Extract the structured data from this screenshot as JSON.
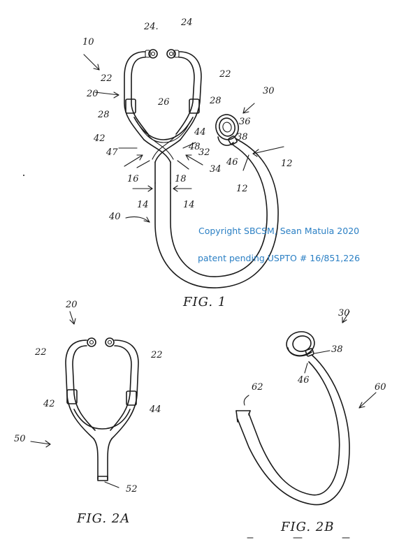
{
  "copyright": {
    "line1": "Copyright SBCSM, Sean Matula 2020",
    "line2": "patent pending USPTO # 16/851,226",
    "color": "#2a7fc4"
  },
  "figures": {
    "fig1": "FIG. 1",
    "fig2a": "FIG. 2A",
    "fig2b": "FIG. 2B"
  },
  "fig1_labels": {
    "n10": "10",
    "n24a": "24.",
    "n24b": "24",
    "n22a": "22",
    "n22b": "22",
    "n20": "20",
    "n28a": "28",
    "n28b": "28",
    "n26": "26",
    "n42": "42",
    "n44": "44",
    "n47": "47",
    "n48": "48",
    "n16": "16",
    "n18": "18",
    "n14a": "14",
    "n14b": "14",
    "n40": "40",
    "n30": "30",
    "n36": "36",
    "n38": "38",
    "n32": "32",
    "n34": "34",
    "n46": "46",
    "n12a": "12",
    "n12b": "12"
  },
  "fig2a_labels": {
    "n20": "20",
    "n22a": "22",
    "n22b": "22",
    "n42": "42",
    "n44": "44",
    "n50": "50",
    "n52": "52"
  },
  "fig2b_labels": {
    "n30": "30",
    "n38": "38",
    "n46": "46",
    "n62": "62",
    "n60": "60"
  }
}
